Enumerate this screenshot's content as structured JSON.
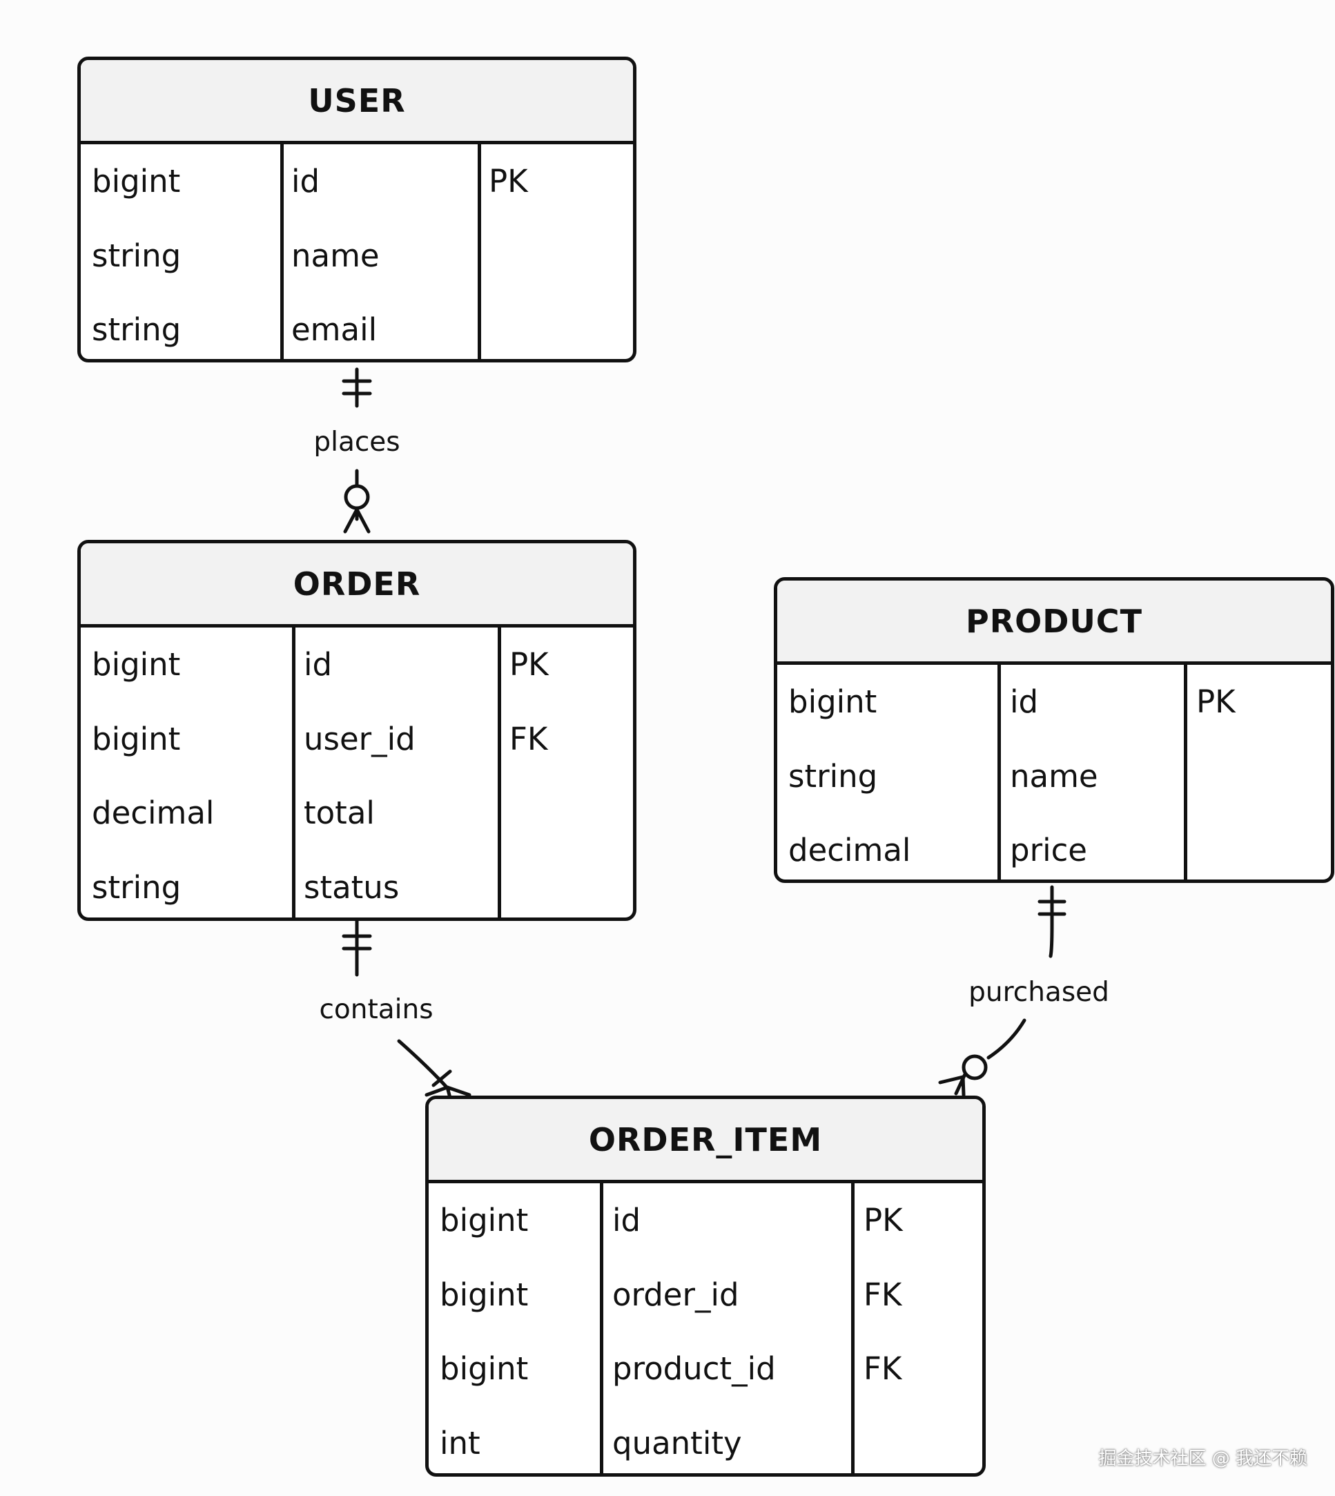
{
  "entities": {
    "user": {
      "name": "USER",
      "rows": [
        {
          "type": "bigint",
          "field": "id",
          "key": "PK"
        },
        {
          "type": "string",
          "field": "name",
          "key": ""
        },
        {
          "type": "string",
          "field": "email",
          "key": ""
        }
      ]
    },
    "order": {
      "name": "ORDER",
      "rows": [
        {
          "type": "bigint",
          "field": "id",
          "key": "PK"
        },
        {
          "type": "bigint",
          "field": "user_id",
          "key": "FK"
        },
        {
          "type": "decimal",
          "field": "total",
          "key": ""
        },
        {
          "type": "string",
          "field": "status",
          "key": ""
        }
      ]
    },
    "product": {
      "name": "PRODUCT",
      "rows": [
        {
          "type": "bigint",
          "field": "id",
          "key": "PK"
        },
        {
          "type": "string",
          "field": "name",
          "key": ""
        },
        {
          "type": "decimal",
          "field": "price",
          "key": ""
        }
      ]
    },
    "order_item": {
      "name": "ORDER_ITEM",
      "rows": [
        {
          "type": "bigint",
          "field": "id",
          "key": "PK"
        },
        {
          "type": "bigint",
          "field": "order_id",
          "key": "FK"
        },
        {
          "type": "bigint",
          "field": "product_id",
          "key": "FK"
        },
        {
          "type": "int",
          "field": "quantity",
          "key": ""
        }
      ]
    }
  },
  "relationships": {
    "places": {
      "label": "places",
      "from": "USER",
      "to": "ORDER",
      "from_cardinality": "exactly-one",
      "to_cardinality": "zero-or-many"
    },
    "contains": {
      "label": "contains",
      "from": "ORDER",
      "to": "ORDER_ITEM",
      "from_cardinality": "exactly-one",
      "to_cardinality": "one-or-many"
    },
    "purchased": {
      "label": "purchased",
      "from": "PRODUCT",
      "to": "ORDER_ITEM",
      "from_cardinality": "exactly-one",
      "to_cardinality": "zero-or-many"
    }
  },
  "watermark": "掘金技术社区 @ 我还不赖"
}
